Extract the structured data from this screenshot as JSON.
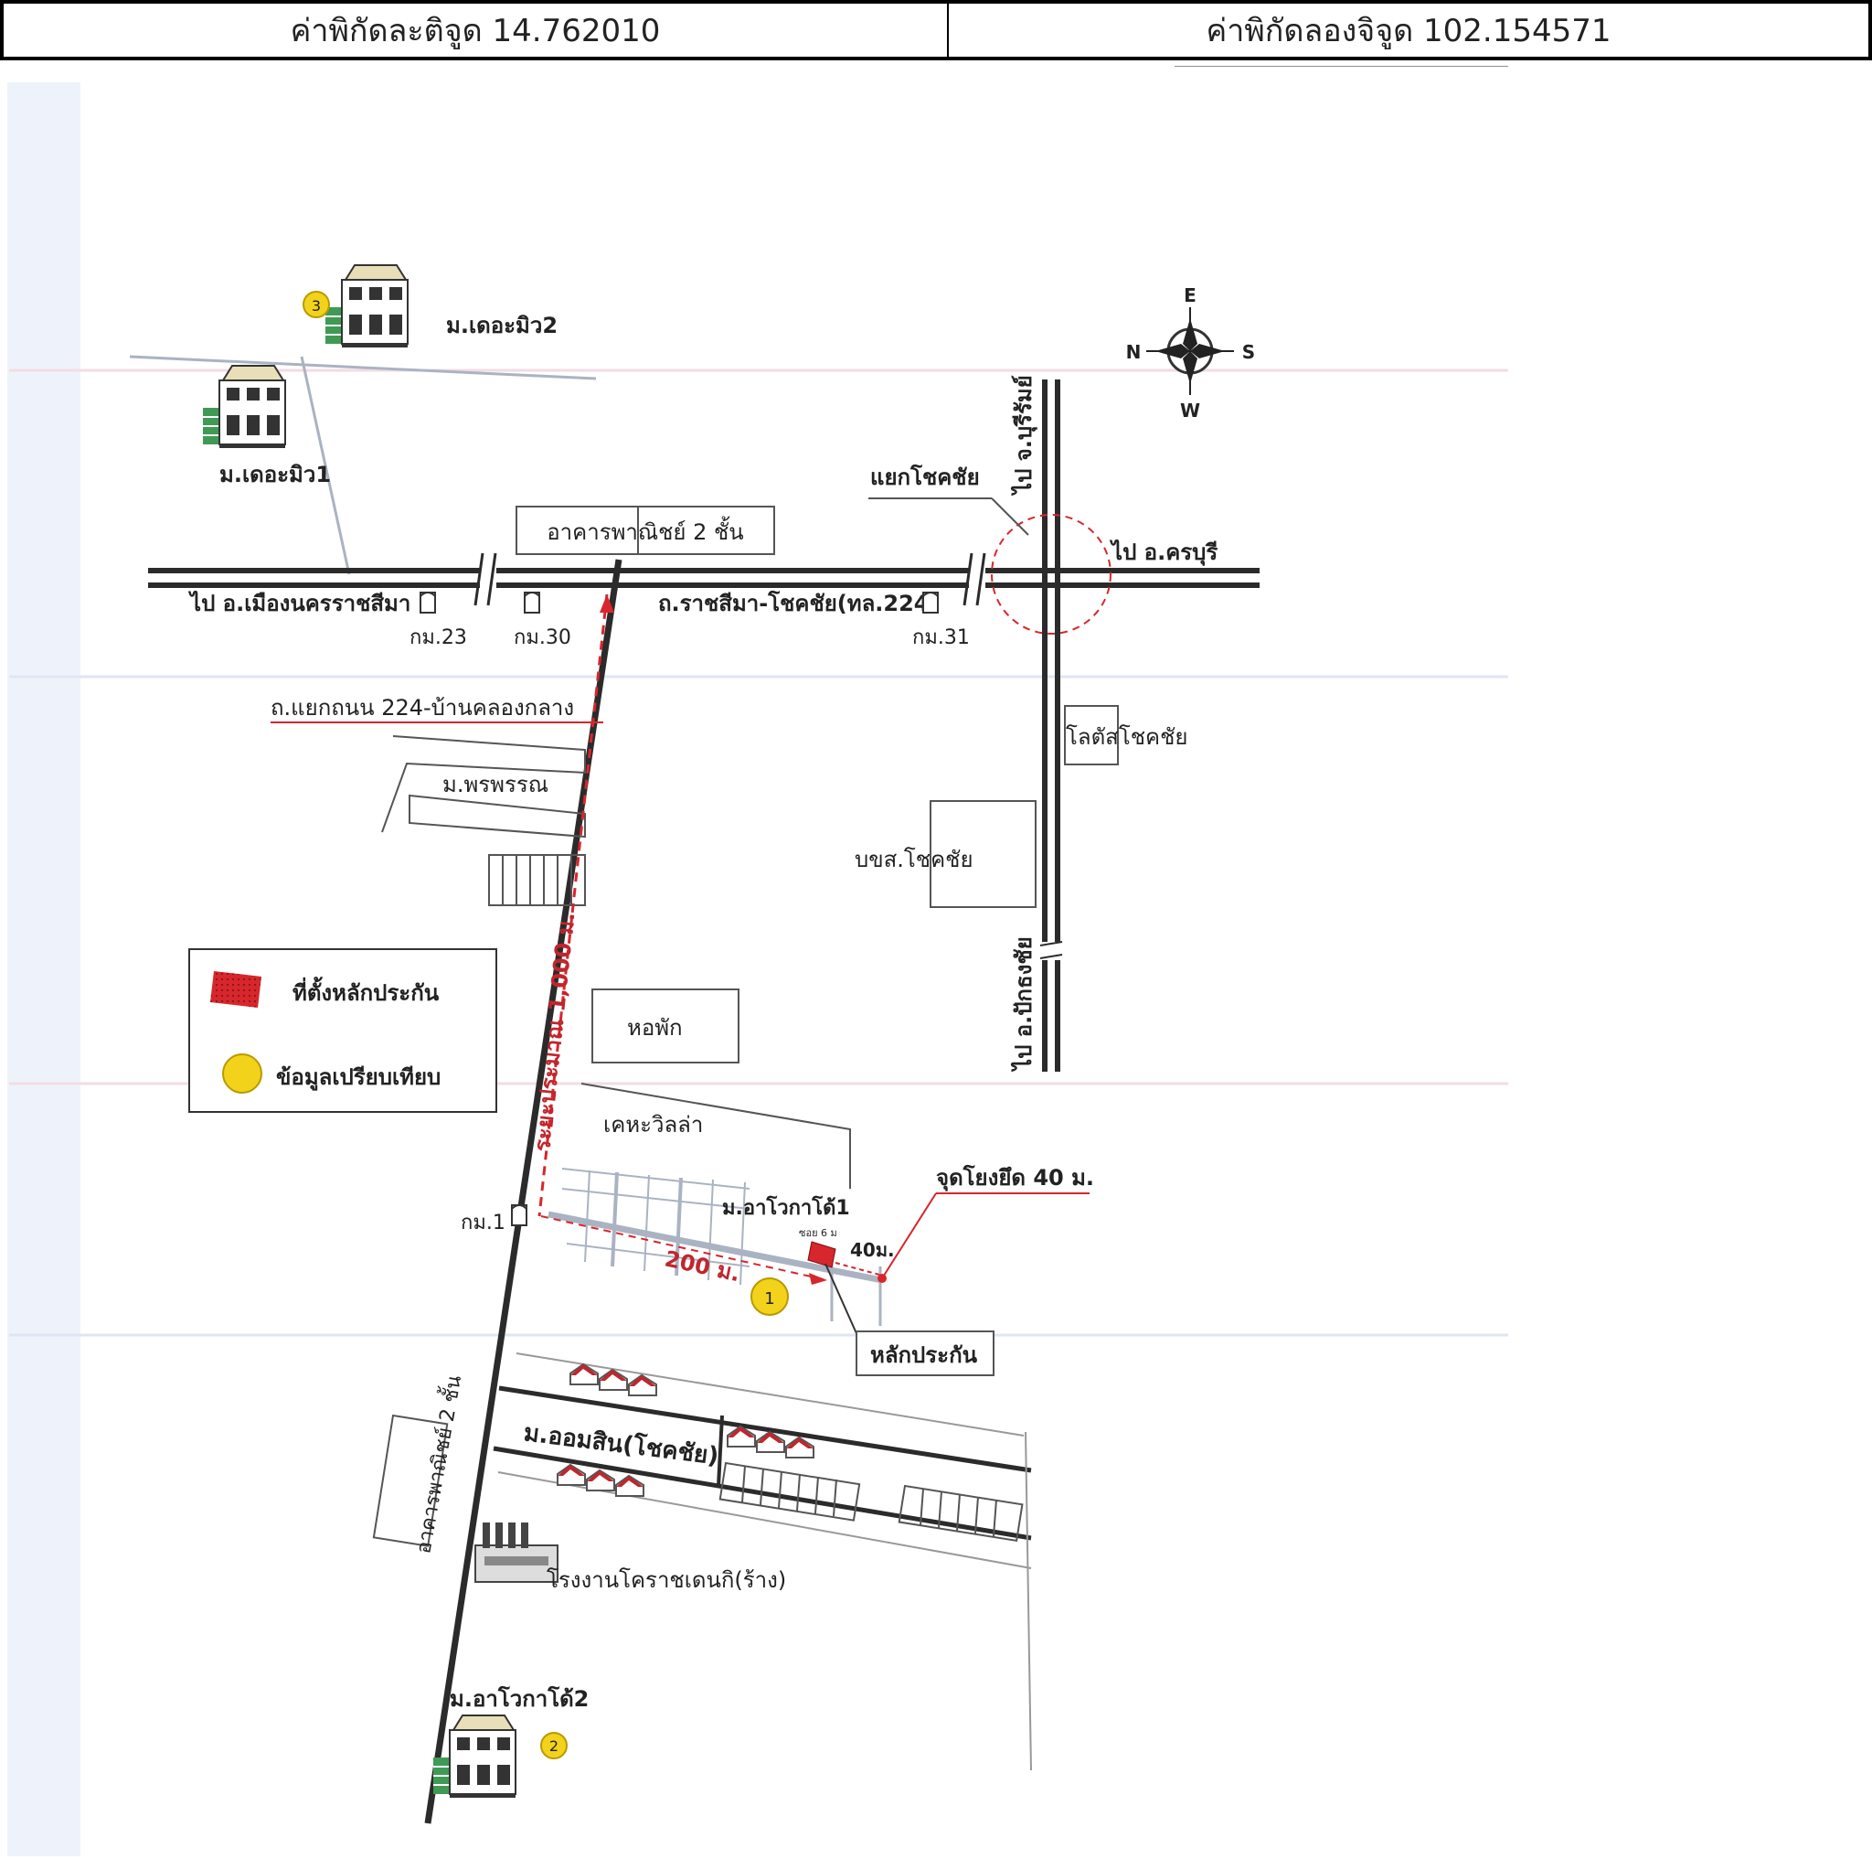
{
  "header": {
    "latitude_label": "ค่าพิกัดละติจูด 14.762010",
    "longitude_label": "ค่าพิกัดลองจิจูด 102.154571"
  },
  "compass": {
    "north": "N",
    "south": "S",
    "east": "E",
    "west": "W"
  },
  "labels": {
    "the_muse2": "ม.เดอะมิว2",
    "the_muse1": "ม.เดอะมิว1",
    "marker3": "3",
    "marker2": "2",
    "marker1": "1",
    "commercial_2_floor": "อาคารพาณิชย์ 2 ชั้น",
    "choke_chai_junction": "แยกโชคชัย",
    "to_buriram": "ไป จ.บุรีรัมย์",
    "to_khon_buri": "ไป อ.ครบุรี",
    "to_mueang_nakhon_ratchasima": "ไป อ.เมืองนครราชสีมา",
    "main_road": "ถ.ราชสีมา-โชคชัย(ทล.224)",
    "km23": "กม.23",
    "km30": "กม.30",
    "km31": "กม.31",
    "branch_road": "ถ.แยกถนน 224-บ้านคลองกลาง",
    "phon_phon": "ม.พรพรรณ",
    "lotus_chokchai": "โลตัสโชคชัย",
    "bkhs_chokchai": "บขส.โชคชัย",
    "to_pak_thong_chai": "ไป อ.ปักธงชัย",
    "dormitory": "หอพัก",
    "deha_villa": "เคหะวิลล่า",
    "distance_1000": "ระยะประมาณ 1,000 ม.",
    "distance_200": "200 ม.",
    "distance_40": "40ม.",
    "km1": "กม.1",
    "arvo_gado1": "ม.อาโวกาโด้1",
    "soi_label": "ซอย 6 ม",
    "access_point": "จุดโยงยึด 40 ม.",
    "collateral": "หลักประกัน",
    "aom_sin": "ม.ออมสิน(โชคชัย)",
    "commercial_vertical": "อาคารพาณิชย์ 2 ชั้น",
    "korat_factory": "โรงงานโคราชเดนกิ(ร้าง)",
    "arvo_gado2": "ม.อาโวกาโด้2"
  },
  "legend": {
    "collateral_location": "ที่ตั้งหลักประกัน",
    "comparison_data": "ข้อมูลเปรียบเทียบ"
  },
  "colors": {
    "road": "#2b2b2b",
    "collateral_red": "#d7262c",
    "marker_yellow": "#f3d21c",
    "distance_red": "#c0262d",
    "house_roof": "#e8dfb8",
    "house_green": "#3f9a55"
  }
}
